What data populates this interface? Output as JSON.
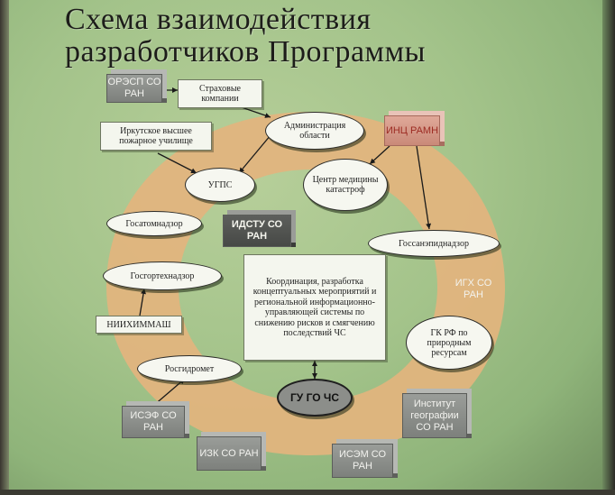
{
  "title": {
    "line1": "Схема взаимодействия",
    "line2": "разработчиков Программы"
  },
  "nodes": {
    "oresp": "ОРЭСП СО РАН",
    "strakhovye": "Страховые компании",
    "administratsiya": "Администрация области",
    "irkutskoe_uchilishche": "Иркутское высшее пожарное училище",
    "ugps": "УГПС",
    "inc_ramn": "ИНЦ РАМН",
    "tsentr_mediciny": "Центр медицины катастроф",
    "gosatomnadzor": "Госатомнадзор",
    "idstu": "ИДСТУ СО РАН",
    "gossanepidnadzor": "Госсанэпиднадзор",
    "gosgortekhnadzor": "Госгортехнадзор",
    "center_text": "Координация, разработка концептуальных мероприятий и региональной информационно-управляющей системы по снижению рисков и смягчению последствий ЧС",
    "igkh": "ИГХ СО РАН",
    "niikhimmash": "НИИХИММАШ",
    "gk_rf": "ГК РФ по природным ресурсам",
    "rosgidromet": "Росгидромет",
    "gugo": "ГУ ГО ЧС",
    "isef": "ИСЭФ СО РАН",
    "institut_geografii": "Институт географии СО РАН",
    "izk": "ИЗК СО РАН",
    "isem": "ИСЭМ СО РАН"
  },
  "colors": {
    "background": "#a3c38a",
    "ring": "#e3b47e",
    "box": "#f4f6ee",
    "cube": "#8a8d89",
    "cube_dark": "#52544f",
    "cube_pink": "#d49a8a",
    "pink_text": "#9c2b22"
  }
}
